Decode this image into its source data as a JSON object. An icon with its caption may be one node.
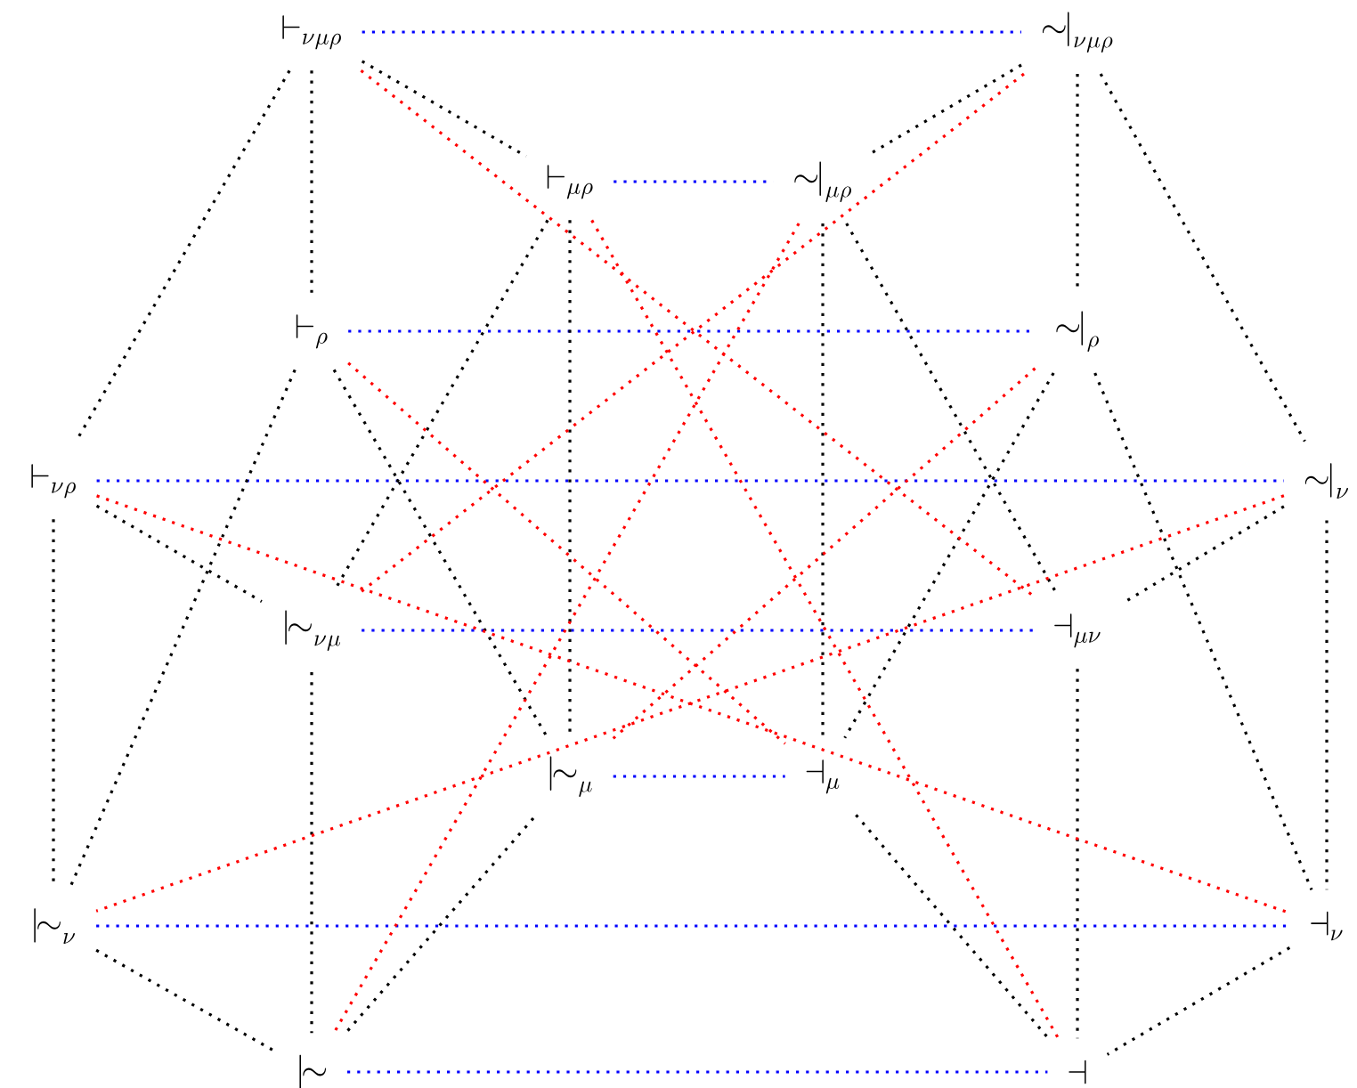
{
  "diagram": {
    "nodes": [
      {
        "text": [
          "\\vdash_{\\nu\\mu\\rho}"
        ]
      },
      {
        "text": [
          "\\mathrel{\\sim\\mkern-2mu\\mid}_{\\nu\\mu\\rho}"
        ]
      },
      {
        "text": [
          "\\vdash_{\\mu\\rho}"
        ]
      },
      {
        "text": [
          "\\mathrel{\\sim\\mkern-2mu\\mid}_{\\mu\\rho}"
        ]
      },
      {
        "text": [
          "\\vdash_{\\rho}"
        ]
      },
      {
        "text": [
          "\\mathrel{\\sim\\mkern-2mu\\mid}_{\\rho}"
        ]
      },
      {
        "text": [
          "\\vdash_{\\nu\\rho}"
        ]
      },
      {
        "text": [
          "\\mathrel{\\sim\\mkern-2mu\\mid}_{\\nu}"
        ]
      },
      {
        "text": [
          "\\mathrel{\\mid\\mkern-2mu\\sim}_{\\nu\\mu}"
        ]
      },
      {
        "text": [
          "\\dashv_{\\mu\\nu}"
        ]
      },
      {
        "text": [
          "\\mathrel{\\mid\\mkern-2mu\\sim}_{\\mu}"
        ]
      },
      {
        "text": [
          "\\dashv_{\\mu}"
        ]
      },
      {
        "text": [
          "\\mathrel{\\mid\\mkern-2mu\\sim}_{\\nu}"
        ]
      },
      {
        "text": [
          "\\dashv_{\\nu}"
        ]
      },
      {
        "text": [
          "\\mathrel{\\mid\\mkern-2mu\\sim}"
        ]
      },
      {
        "text": [
          "\\dashv"
        ]
      }
    ],
    "edges": [
      {
        "from": 0,
        "to": 1,
        "arrow": "none",
        "color": "#0000ff"
      },
      {
        "from": 2,
        "to": 3,
        "arrow": "none",
        "color": "#0000ff"
      },
      {
        "from": 4,
        "to": 5,
        "arrow": "none",
        "color": "#0000ff"
      },
      {
        "from": 6,
        "to": 7,
        "arrow": "none",
        "color": "#0000ff"
      },
      {
        "from": 8,
        "to": 9,
        "arrow": "none",
        "color": "#0000ff"
      },
      {
        "from": 10,
        "to": 11,
        "arrow": "none",
        "color": "#0000ff"
      },
      {
        "from": 12,
        "to": 13,
        "arrow": "none",
        "color": "#0000ff"
      },
      {
        "from": 14,
        "to": 15,
        "arrow": "none",
        "color": "#0000ff"
      },
      {
        "from": 0,
        "to": 2,
        "arrow": "none"
      },
      {
        "from": 0,
        "to": 4,
        "arrow": "none"
      },
      {
        "from": 0,
        "to": 6,
        "arrow": "none"
      },
      {
        "from": 2,
        "to": 8,
        "arrow": "none"
      },
      {
        "from": 2,
        "to": 10,
        "arrow": "none"
      },
      {
        "from": 4,
        "to": 10,
        "arrow": "none"
      },
      {
        "from": 4,
        "to": 12,
        "arrow": "none"
      },
      {
        "from": 6,
        "to": 8,
        "arrow": "none"
      },
      {
        "from": 6,
        "to": 12,
        "arrow": "none"
      },
      {
        "from": 8,
        "to": 14,
        "arrow": "none"
      },
      {
        "from": 10,
        "to": 14,
        "arrow": "none"
      },
      {
        "from": 12,
        "to": 14,
        "arrow": "none"
      },
      {
        "from": 1,
        "to": 3,
        "arrow": "none"
      },
      {
        "from": 1,
        "to": 5,
        "arrow": "none"
      },
      {
        "from": 1,
        "to": 7,
        "arrow": "none"
      },
      {
        "from": 3,
        "to": 9,
        "arrow": "none"
      },
      {
        "from": 3,
        "to": 11,
        "arrow": "none"
      },
      {
        "from": 5,
        "to": 11,
        "arrow": "none"
      },
      {
        "from": 5,
        "to": 13,
        "arrow": "none"
      },
      {
        "from": 7,
        "to": 9,
        "arrow": "none"
      },
      {
        "from": 7,
        "to": 13,
        "arrow": "none"
      },
      {
        "from": 9,
        "to": 15,
        "arrow": "none"
      },
      {
        "from": 11,
        "to": 15,
        "arrow": "none"
      },
      {
        "from": 13,
        "to": 15,
        "arrow": "none"
      },
      {
        "from": 0,
        "to": 9,
        "arrow": "none",
        "color": "#ff0000"
      },
      {
        "from": 1,
        "to": 8,
        "arrow": "none",
        "color": "#ff0000"
      },
      {
        "from": 2,
        "to": 15,
        "arrow": "none",
        "color": "#ff0000"
      },
      {
        "from": 3,
        "to": 14,
        "arrow": "none",
        "color": "#ff0000"
      },
      {
        "from": 4,
        "to": 11,
        "arrow": "none",
        "color": "#ff0000"
      },
      {
        "from": 5,
        "to": 10,
        "arrow": "none",
        "color": "#ff0000"
      },
      {
        "from": 6,
        "to": 13,
        "arrow": "none",
        "color": "#ff0000"
      },
      {
        "from": 7,
        "to": 12,
        "arrow": "none",
        "color": "#ff0000"
      }
    ]
  }
}
